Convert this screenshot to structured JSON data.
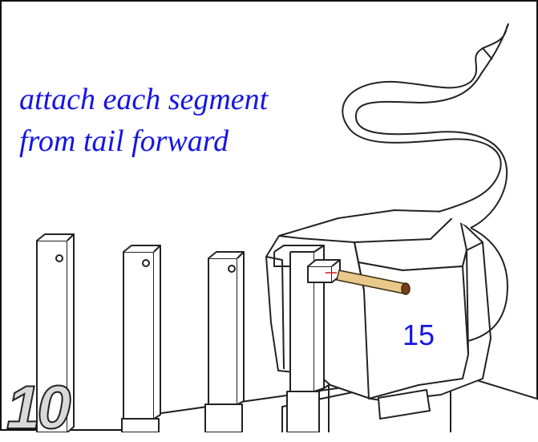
{
  "instruction": {
    "line1": "attach each segment",
    "line2": "from tail forward"
  },
  "segment_number": "15",
  "step_number": "10",
  "colors": {
    "annotation_text": "#1515e6",
    "line_art": "#222222",
    "dowel": "#e8c98a",
    "dowel_end": "#7a3b1a",
    "background": "#ffffff"
  }
}
